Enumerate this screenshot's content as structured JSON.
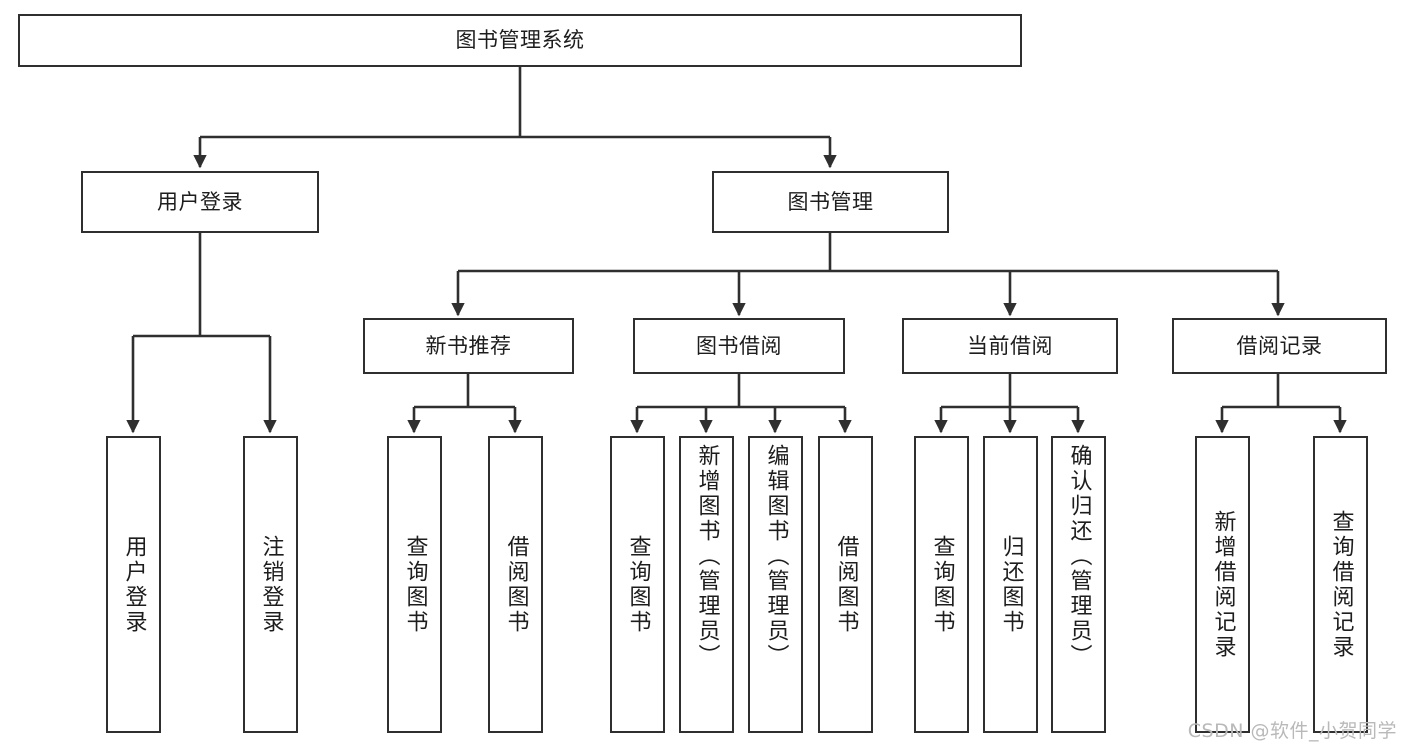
{
  "diagram": {
    "type": "tree-hierarchy-chart",
    "title": "图书管理系统",
    "stroke_color": "#2f2f2f",
    "fill_color": "#ffffff",
    "text_color": "#1d1d1d"
  },
  "root": {
    "label": "图书管理系统"
  },
  "level2": [
    {
      "label": "用户登录"
    },
    {
      "label": "图书管理"
    }
  ],
  "level3": [
    {
      "label": "新书推荐"
    },
    {
      "label": "图书借阅"
    },
    {
      "label": "当前借阅"
    },
    {
      "label": "借阅记录"
    }
  ],
  "leaves": {
    "user_login": [
      {
        "label": "用户登录"
      },
      {
        "label": "注销登录"
      }
    ],
    "new_book_recommend": [
      {
        "label": "查询图书"
      },
      {
        "label": "借阅图书"
      }
    ],
    "book_borrow": [
      {
        "label": "查询图书"
      },
      {
        "label": "新增图书（管理员）"
      },
      {
        "label": "编辑图书（管理员）"
      },
      {
        "label": "借阅图书"
      }
    ],
    "current_borrow": [
      {
        "label": "查询图书"
      },
      {
        "label": "归还图书"
      },
      {
        "label": "确认归还（管理员）"
      }
    ],
    "borrow_record": [
      {
        "label": "新增借阅记录"
      },
      {
        "label": "查询借阅记录"
      }
    ]
  },
  "watermark": {
    "text": "CSDN @软件_小贺同学",
    "color": "#b9b9b9"
  }
}
